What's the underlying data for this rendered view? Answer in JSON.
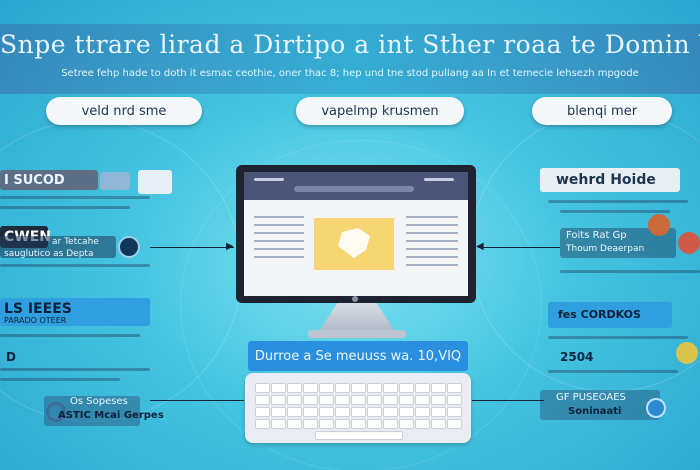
{
  "header": {
    "title": "Snpe ttrare lirad a Dirtipo a int Sther roaa te Domin Wab",
    "subtitle": "Setree fehp hade to doth it esmac ceothie, oner thac 8; hep und tne stod pullang aa In et temecie lehsezh mpgode"
  },
  "pills": {
    "left": "veld nrd sme",
    "center": "vapelmp krusmen",
    "right": "blenqi mer"
  },
  "keyboard": {
    "label": "Durroe a Se meuuss wa. 10,VIQ"
  },
  "left_panel": {
    "item1": "I SUCOD",
    "item2_title": "CWEN",
    "item2_text": "ar Tetcahe",
    "item2_sub": "sauglutico as Depta",
    "item3": "LS IEEES",
    "item3_sub": "PARADO OTEER",
    "item4": "D",
    "item5_title": "Os Sopeses",
    "item5_text": "ASTIC Mcai Gerpes"
  },
  "right_panel": {
    "item1": "wehrd Hoide",
    "item2": "Foits Rat Gp",
    "item2_sub": "Thoum Deaerpan",
    "item3": "fes CORDKOS",
    "item4": "2504",
    "item5": "GF PUSEOAES",
    "item5_sub": "Soninaati"
  },
  "colors": {
    "accent_blue": "#2b8fe0",
    "hero_yellow": "#f6d673",
    "dark_text": "#10253d"
  }
}
